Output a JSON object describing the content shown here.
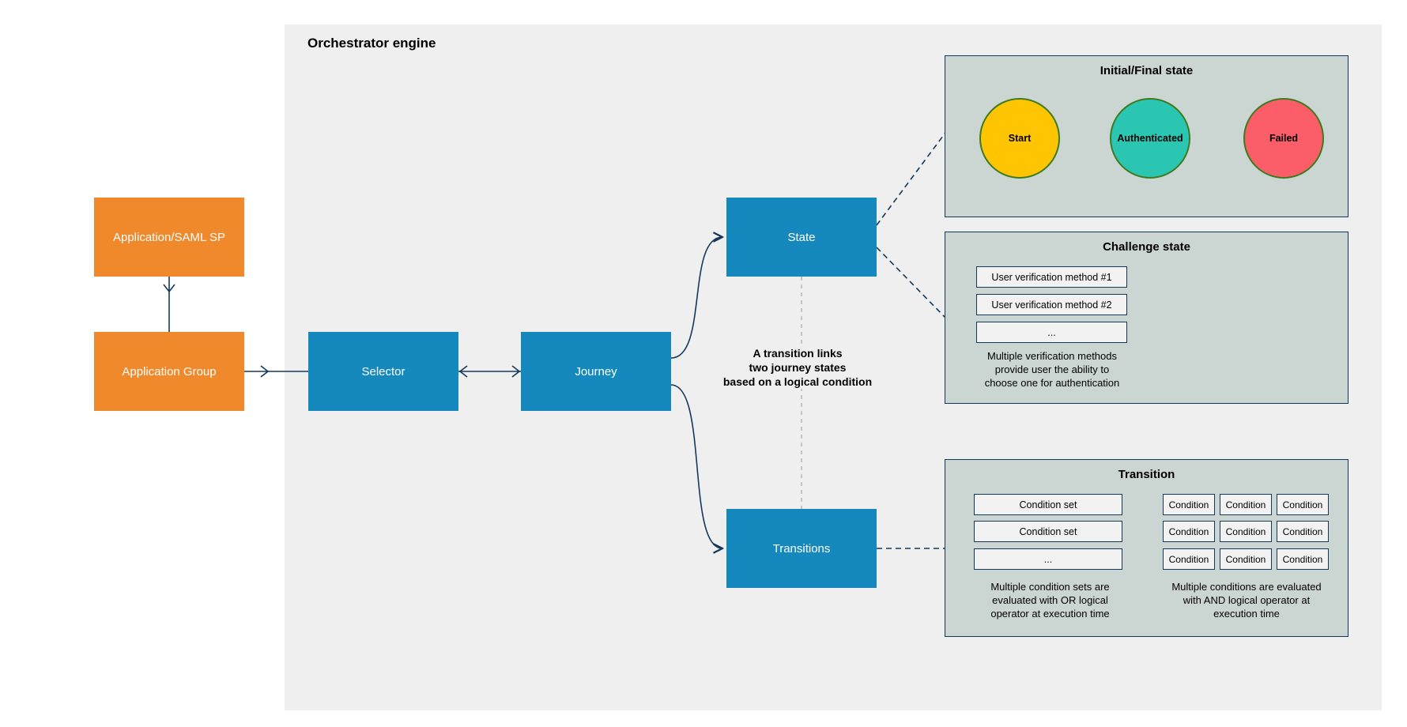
{
  "engine": {
    "title": "Orchestrator engine"
  },
  "nodes": {
    "app_saml_sp": "Application/SAML SP",
    "app_group": "Application Group",
    "selector": "Selector",
    "journey": "Journey",
    "state": "State",
    "transitions": "Transitions"
  },
  "annotation": "A transition links\ntwo journey states\nbased on a logical condition",
  "colors": {
    "engine_bg": "#efefef",
    "orange_node": "#f0892b",
    "blue_node": "#1589be",
    "panel_fill": "#cbd5d2",
    "line_navy": "#14385c",
    "circle_border_green": "#3e7a1e"
  },
  "panels": {
    "initial_final": {
      "title": "Initial/Final state",
      "states": [
        {
          "label": "Start",
          "color": "#ffc503"
        },
        {
          "label": "Authenticated",
          "color": "#2bc6b2"
        },
        {
          "label": "Failed",
          "color": "#fb5e68"
        }
      ]
    },
    "challenge": {
      "title": "Challenge state",
      "methods": [
        "User verification method #1",
        "User verification method #2",
        "..."
      ],
      "caption": "Multiple verification methods\nprovide user the ability to\nchoose one for authentication"
    },
    "transition": {
      "title": "Transition",
      "condition_sets": [
        "Condition set",
        "Condition set",
        "..."
      ],
      "condition": "Condition",
      "or_caption": "Multiple condition sets are\nevaluated with OR logical\noperator at execution time",
      "and_caption": "Multiple conditions are evaluated\nwith AND logical operator at\nexecution time"
    }
  }
}
